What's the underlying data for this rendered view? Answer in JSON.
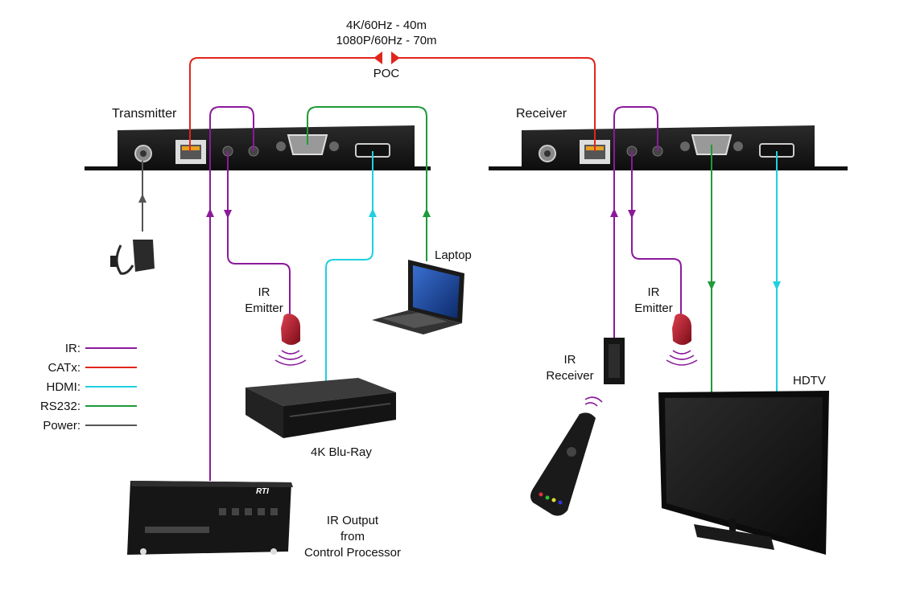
{
  "top": {
    "line1": "4K/60Hz - 40m",
    "line2": "1080P/60Hz - 70m",
    "poc": "POC"
  },
  "devices": {
    "transmitter": "Transmitter",
    "receiver": "Receiver",
    "laptop": "Laptop",
    "ir_emitter_tx": [
      "IR",
      "Emitter"
    ],
    "ir_emitter_rx": [
      "IR",
      "Emitter"
    ],
    "ir_receiver": [
      "IR",
      "Receiver"
    ],
    "bluray": "4K Blu-Ray",
    "hdtv": "HDTV",
    "control_processor": [
      "IR Output",
      "from",
      "Control Processor"
    ],
    "rti_logo": "RTI"
  },
  "legend": [
    {
      "label": "IR:",
      "color": "#8b1a9b"
    },
    {
      "label": "CATx:",
      "color": "#e0261c"
    },
    {
      "label": "HDMI:",
      "color": "#1fd0e0"
    },
    {
      "label": "RS232:",
      "color": "#1f9a3a"
    },
    {
      "label": "Power:",
      "color": "#555555"
    }
  ]
}
